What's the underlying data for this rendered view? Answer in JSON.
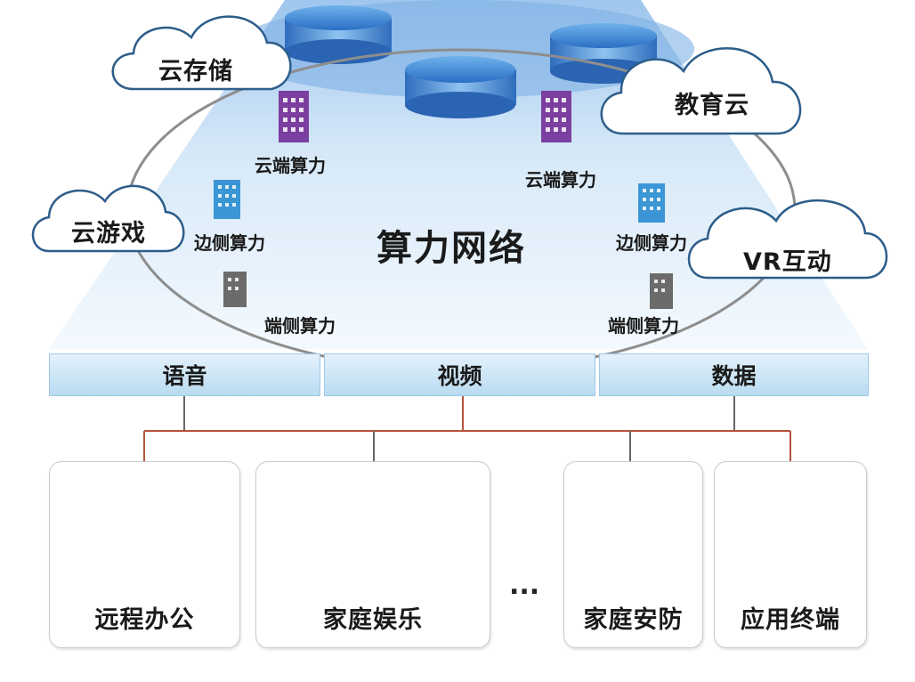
{
  "clouds": {
    "storage": "云存储",
    "education": "教育云",
    "gaming": "云游戏",
    "vr": "VR互动"
  },
  "network_title": "算力网络",
  "nodes": {
    "cloud_left": "云端算力",
    "cloud_right": "云端算力",
    "edge_left": "边侧算力",
    "edge_right": "边侧算力",
    "end_left": "端侧算力",
    "end_right": "端侧算力"
  },
  "channels": [
    "语音",
    "视频",
    "数据"
  ],
  "cards": {
    "office": "远程办公",
    "entertainment": "家庭娱乐",
    "ellipsis": "...",
    "security": "家庭安防",
    "terminal": "应用终端"
  },
  "colors": {
    "cloud_compute": "#7b3fa0",
    "edge_compute": "#3c96d6",
    "end_compute": "#6b6b6b",
    "connector": "#b5533c",
    "channel_bg": "#cbe5f6"
  }
}
